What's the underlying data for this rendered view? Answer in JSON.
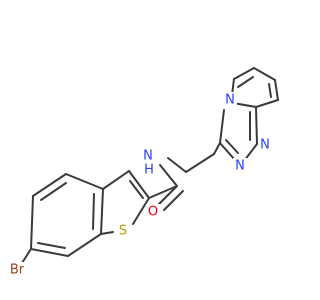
{
  "molecule": {
    "atoms": {
      "br": {
        "text": "Br",
        "color": "#a0401c"
      },
      "s": {
        "text": "S",
        "color": "#b59d00"
      },
      "o": {
        "text": "O",
        "color": "#e8001c"
      },
      "nh": {
        "text": "N",
        "color": "#2b3cff"
      },
      "h": {
        "text": "H",
        "color": "#2b3cff"
      },
      "n_bridge": {
        "text": "N",
        "color": "#2b3cff"
      },
      "n_triazole_a": {
        "text": "N",
        "color": "#2b3cff"
      },
      "n_triazole_b": {
        "text": "N",
        "color": "#2b3cff"
      }
    },
    "bond_color": "#3a3a3a"
  }
}
